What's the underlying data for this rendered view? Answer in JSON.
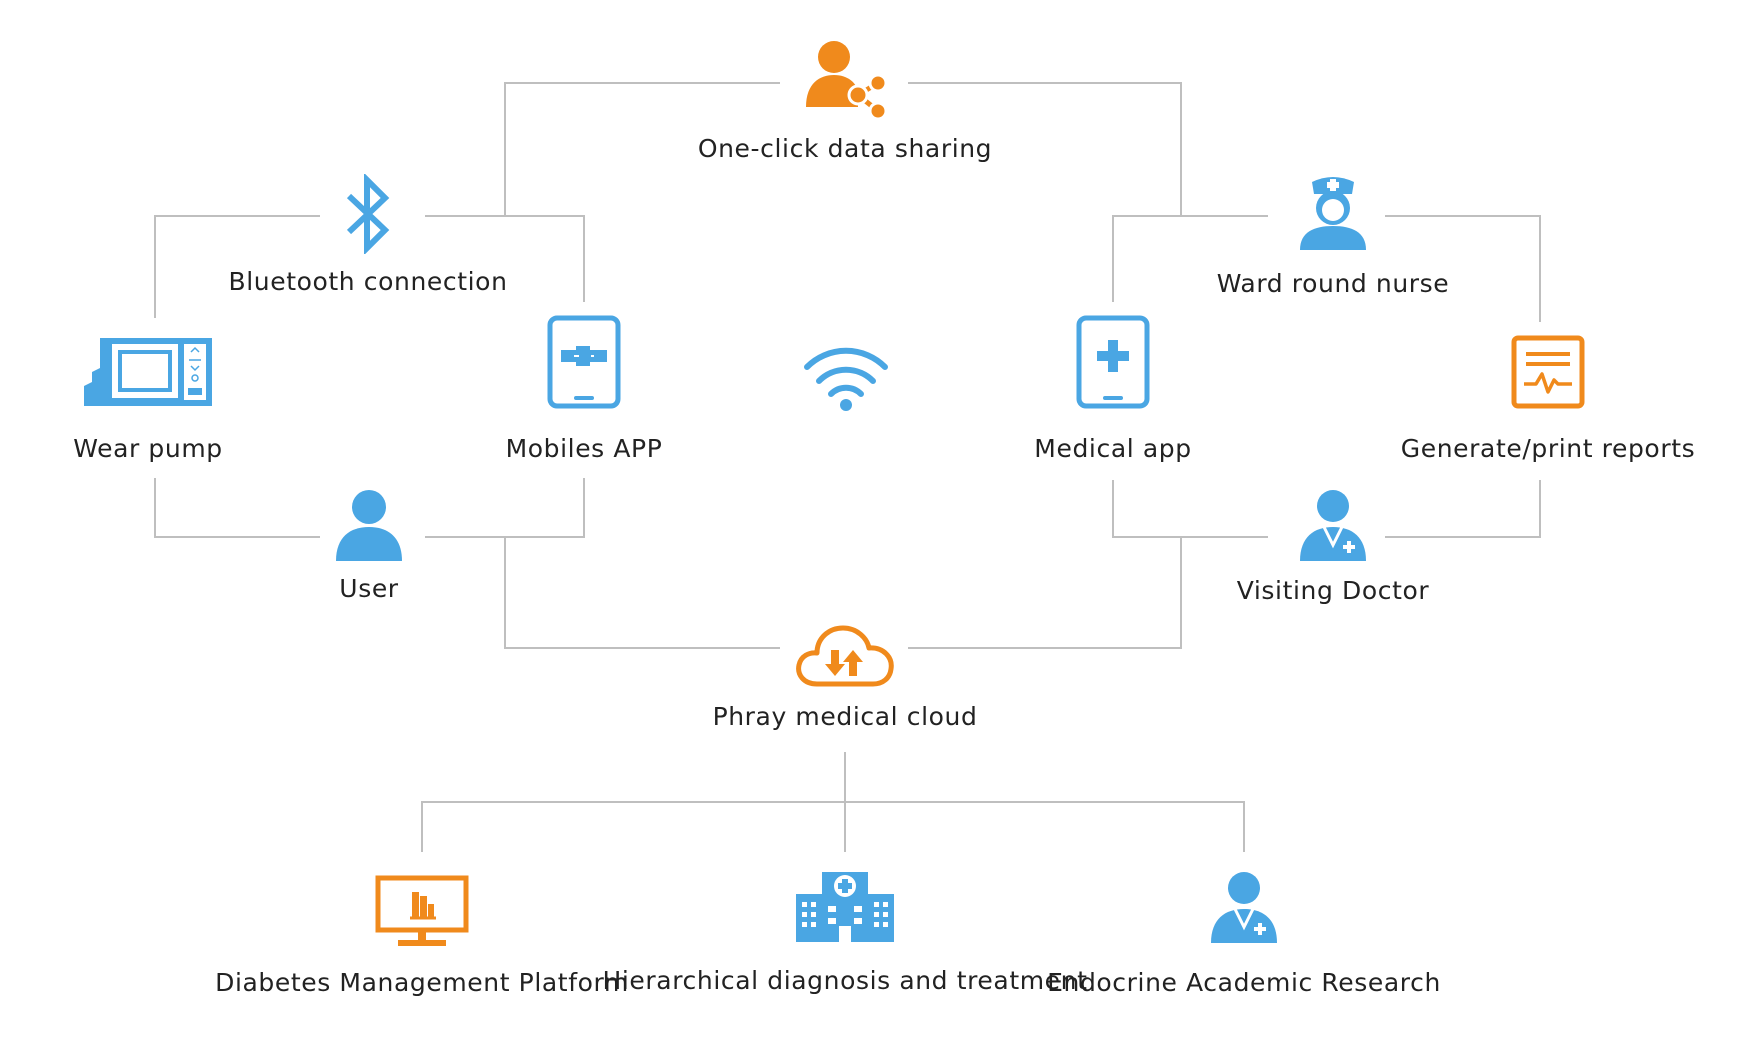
{
  "colors": {
    "blue": "#4aa6e3",
    "orange": "#f08a1c",
    "line": "#bfbfbf",
    "text": "#222222"
  },
  "nodes": {
    "data_sharing": {
      "label": "One-click data sharing",
      "icon": "share-user-icon"
    },
    "bluetooth": {
      "label": "Bluetooth  connection",
      "icon": "bluetooth-icon"
    },
    "wear_pump": {
      "label": "Wear pump",
      "icon": "insulin-pump-icon"
    },
    "mobiles_app": {
      "label": "Mobiles  APP",
      "icon": "tablet-app-icon"
    },
    "user": {
      "label": "User",
      "icon": "user-icon"
    },
    "wifi": {
      "icon": "wifi-icon"
    },
    "medical_app": {
      "label": "Medical app",
      "icon": "medical-tablet-icon"
    },
    "nurse": {
      "label": "Ward round nurse",
      "icon": "nurse-icon"
    },
    "reports": {
      "label": "Generate/print reports",
      "icon": "report-icon"
    },
    "doctor": {
      "label": "Visiting Doctor",
      "icon": "doctor-icon"
    },
    "cloud": {
      "label": "Phray medical cloud",
      "icon": "cloud-sync-icon"
    },
    "platform": {
      "label": "Diabetes Management Platform",
      "icon": "monitor-icon"
    },
    "hierarchical": {
      "label": "Hierarchical diagnosis and treatment",
      "icon": "hospital-icon"
    },
    "research": {
      "label": "Endocrine Academic Research",
      "icon": "researcher-icon"
    }
  }
}
